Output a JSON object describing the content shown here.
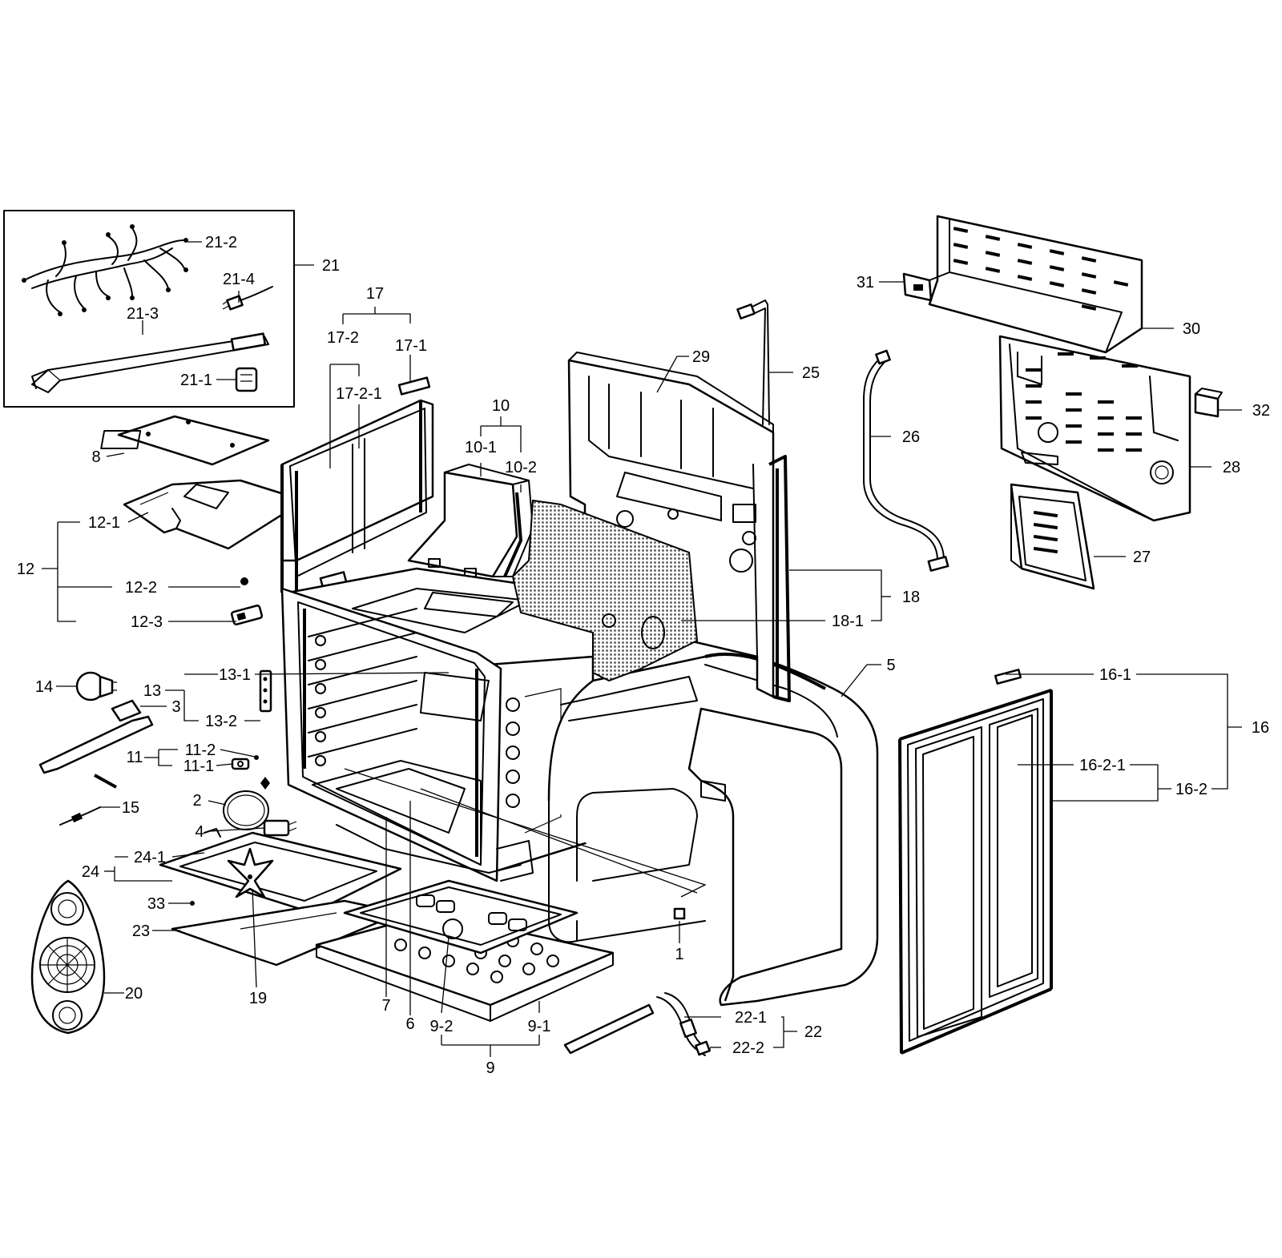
{
  "labels": {
    "l1": "1",
    "l2": "2",
    "l3": "3",
    "l4": "4",
    "l5": "5",
    "l6": "6",
    "l7": "7",
    "l8": "8",
    "l9": "9",
    "l9_1": "9-1",
    "l9_2": "9-2",
    "l10": "10",
    "l10_1": "10-1",
    "l10_2": "10-2",
    "l11": "11",
    "l11_1": "11-1",
    "l11_2": "11-2",
    "l12": "12",
    "l12_1": "12-1",
    "l12_2": "12-2",
    "l12_3": "12-3",
    "l13": "13",
    "l13_1": "13-1",
    "l13_2": "13-2",
    "l14": "14",
    "l15": "15",
    "l16": "16",
    "l16_1": "16-1",
    "l16_2": "16-2",
    "l16_2_1": "16-2-1",
    "l17": "17",
    "l17_1": "17-1",
    "l17_2": "17-2",
    "l17_2_1": "17-2-1",
    "l18": "18",
    "l18_1": "18-1",
    "l19": "19",
    "l20": "20",
    "l21": "21",
    "l21_1": "21-1",
    "l21_2": "21-2",
    "l21_3": "21-3",
    "l21_4": "21-4",
    "l22": "22",
    "l22_1": "22-1",
    "l22_2": "22-2",
    "l23": "23",
    "l24": "24",
    "l24_1": "24-1",
    "l25": "25",
    "l26": "26",
    "l27": "27",
    "l28": "28",
    "l29": "29",
    "l30": "30",
    "l31": "31",
    "l32": "32",
    "l33": "33"
  }
}
